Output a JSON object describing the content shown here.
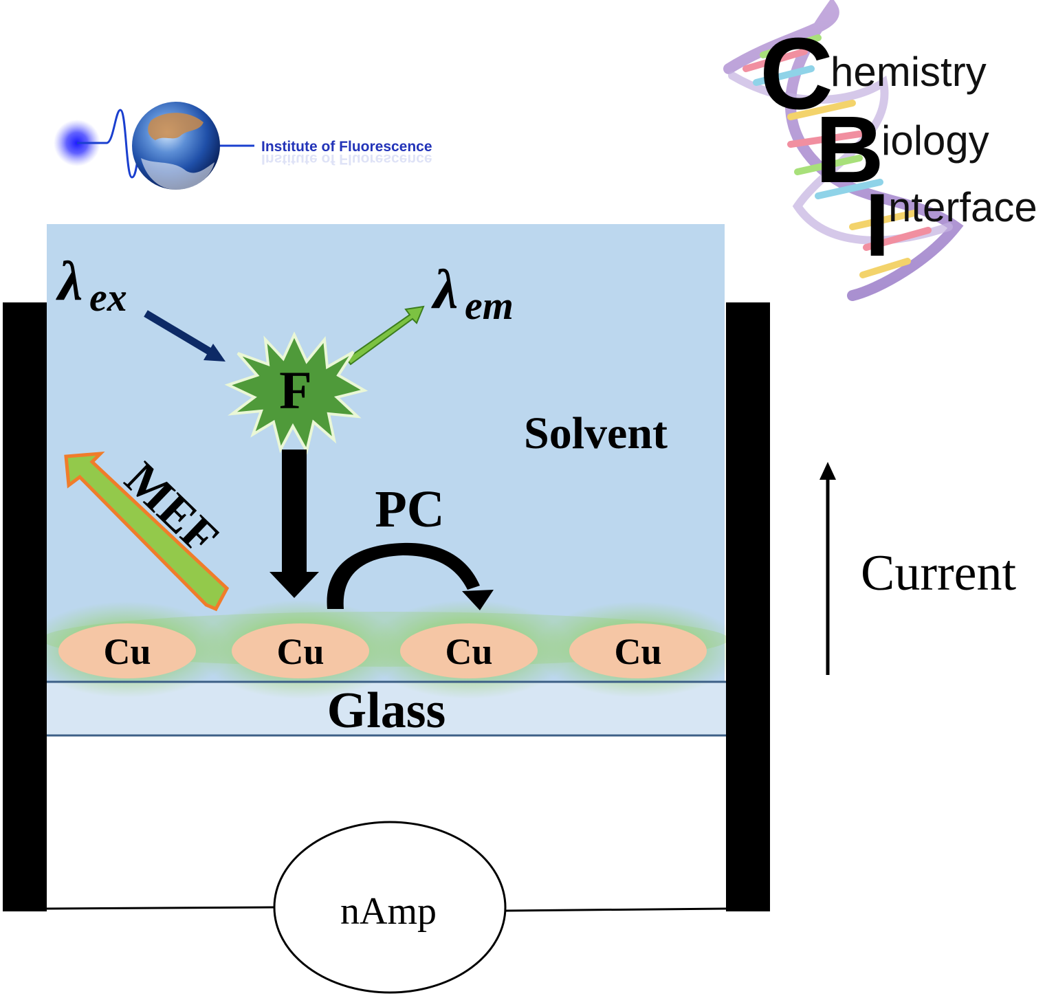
{
  "logos": {
    "fluorescence": {
      "text": "Institute of Fluorescence"
    },
    "cbi": {
      "c_letter": "C",
      "c_rest": "hemistry",
      "b_letter": "B",
      "b_rest": "iology",
      "i_letter": "I",
      "i_rest": "nterface"
    }
  },
  "diagram": {
    "excitation": {
      "symbol": "λ",
      "subscript": "ex"
    },
    "emission": {
      "symbol": "λ",
      "subscript": "em"
    },
    "fluorophore_label": "F",
    "solvent_label": "Solvent",
    "mef_label": "MEF",
    "pc_label": "PC",
    "particles": [
      "Cu",
      "Cu",
      "Cu",
      "Cu"
    ],
    "substrate_label": "Glass",
    "current_label": "Current",
    "meter_label": "nAmp"
  },
  "colors": {
    "solvent": "#bcd7ee",
    "glass": "#d7e6f4",
    "particle": "#f5c6a5",
    "star": "#4f9a3a",
    "emission_arrow": "#7cc242",
    "excitation_arrow": "#0d2a66",
    "mef_arrow": "#93c94b",
    "mef_outline": "#f07c2a"
  }
}
